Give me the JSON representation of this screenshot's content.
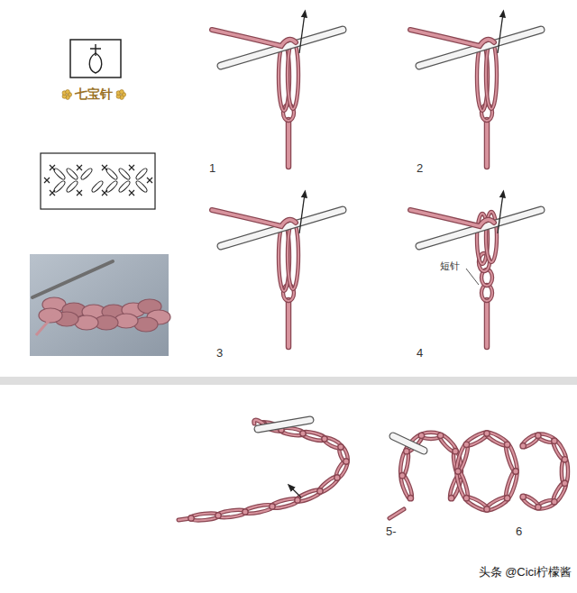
{
  "diagram": {
    "title": "七宝针",
    "labels": [
      "1",
      "2",
      "3",
      "4",
      "短针",
      "5-",
      "6",
      "头条 @Cici柠檬酱"
    ]
  }
}
